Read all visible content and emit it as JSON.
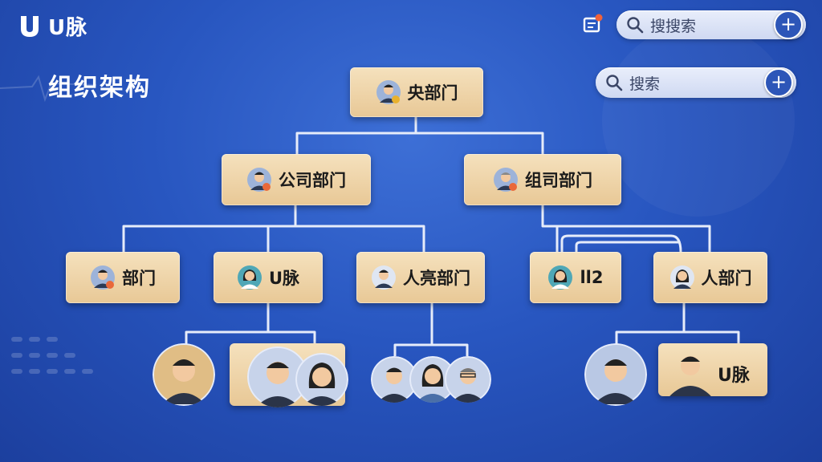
{
  "app": {
    "name": "U脉"
  },
  "page": {
    "title": "组织架构"
  },
  "search_top": {
    "placeholder": "搜搜索"
  },
  "search_main": {
    "placeholder": "搜索"
  },
  "org": {
    "root": "央部门",
    "level1": [
      "公司部门",
      "组司部门"
    ],
    "level2": [
      "部门",
      "U脉",
      "人亮部门",
      "ll2",
      "人部门"
    ],
    "member_card_label": "U脉"
  },
  "icons": {
    "logo": "u-logo-icon",
    "notify": "notification-icon",
    "search": "search-icon",
    "add": "plus-icon",
    "avatar": "avatar-icon"
  },
  "colors": {
    "background": "#2856c0",
    "node": "#efd6a8",
    "accent": "#2d56b8",
    "line": "#e6ecfa"
  }
}
